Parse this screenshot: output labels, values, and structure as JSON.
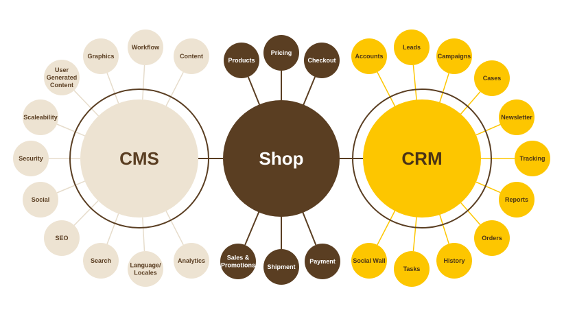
{
  "colors": {
    "cms_fill": "#ede3d2",
    "cms_text": "#5a3e22",
    "cms_line": "#e6dccb",
    "shop_fill": "#5a3e22",
    "shop_text": "#ffffff",
    "crm_fill": "#fdc600",
    "crm_text": "#4a3316",
    "crm_line": "#fdc600",
    "ring": "#5a3e22"
  },
  "cms": {
    "title": "CMS",
    "nodes": [
      {
        "label": "Graphics"
      },
      {
        "label": "Workflow"
      },
      {
        "label": "Content"
      },
      {
        "label": "User\nGenerated\nContent"
      },
      {
        "label": "Scaleability"
      },
      {
        "label": "Security"
      },
      {
        "label": "Social"
      },
      {
        "label": "SEO"
      },
      {
        "label": "Search"
      },
      {
        "label": "Language/\nLocales"
      },
      {
        "label": "Analytics"
      }
    ]
  },
  "shop": {
    "title": "Shop",
    "nodes": [
      {
        "label": "Products"
      },
      {
        "label": "Pricing"
      },
      {
        "label": "Checkout"
      },
      {
        "label": "Sales &\nPromotions"
      },
      {
        "label": "Shipment"
      },
      {
        "label": "Payment"
      }
    ]
  },
  "crm": {
    "title": "CRM",
    "nodes": [
      {
        "label": "Accounts"
      },
      {
        "label": "Leads"
      },
      {
        "label": "Campaigns"
      },
      {
        "label": "Cases"
      },
      {
        "label": "Newsletter"
      },
      {
        "label": "Tracking"
      },
      {
        "label": "Reports"
      },
      {
        "label": "Orders"
      },
      {
        "label": "History"
      },
      {
        "label": "Tasks"
      },
      {
        "label": "Social Wall"
      }
    ]
  }
}
